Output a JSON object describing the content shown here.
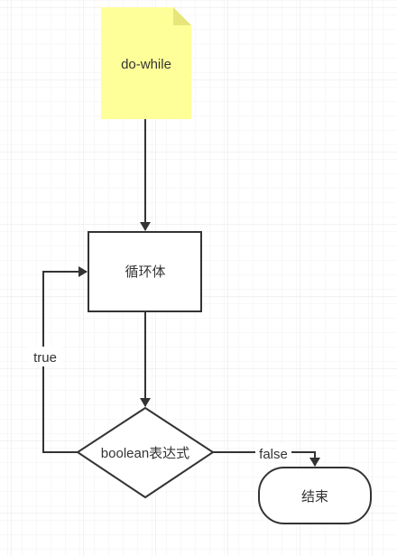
{
  "diagram": {
    "type": "flowchart",
    "note": {
      "text": "do-while",
      "fill": "#ffff99",
      "fold": "#e6e67a"
    },
    "loop_body": {
      "text": "循环体"
    },
    "condition": {
      "text": "boolean表达式"
    },
    "end": {
      "text": "结束"
    },
    "edges": {
      "true_label": "true",
      "false_label": "false"
    },
    "colors": {
      "stroke": "#333333",
      "grid_minor": "#eeeeee",
      "grid_major": "#e2e2e2"
    }
  }
}
